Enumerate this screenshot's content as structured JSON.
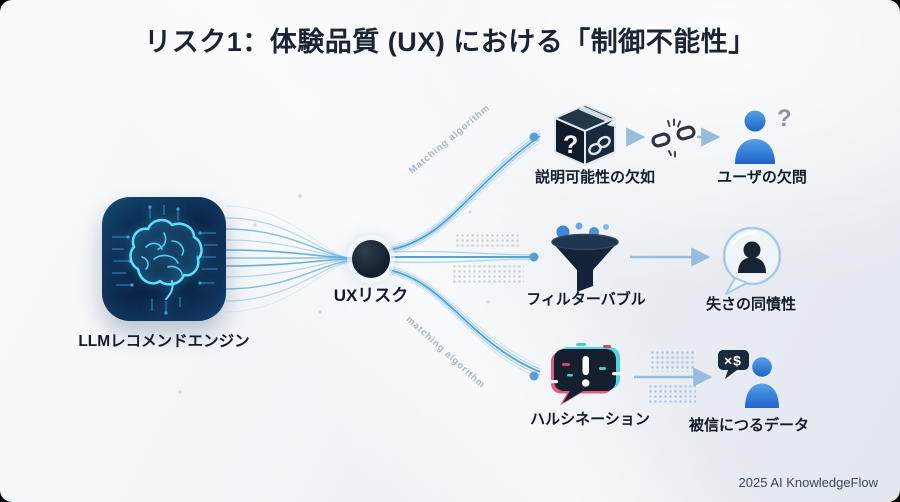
{
  "title": "リスク1：体験品質 (UX) における「制御不能性」",
  "source": {
    "label": "LLMレコメンドエンジン",
    "icon": "ai-brain-chip-icon"
  },
  "hub": {
    "label": "UXリスク",
    "icon": "hub-node-dot"
  },
  "flow_labels": {
    "top_curve": "Matching algorithm",
    "bottom_curve": "matching algorithm"
  },
  "branches": [
    {
      "cause": "説明可能性の欠如",
      "cause_icon": "black-box-chain-icon",
      "cause_glyph": "?",
      "link_icon": "broken-chain-icon",
      "effect": "ユーザの欠問",
      "effect_icon": "user-question-icon",
      "effect_glyph": "?"
    },
    {
      "cause": "フィルターバブル",
      "cause_icon": "filter-funnel-icon",
      "effect": "失さの同憤性",
      "effect_icon": "user-speech-bubble-icon"
    },
    {
      "cause": "ハルシネーション",
      "cause_icon": "glitch-alert-icon",
      "effect": "被信につるデータ",
      "effect_icon": "user-false-price-icon",
      "effect_badge": "×$"
    }
  ],
  "footer": {
    "credit": "2025 AI KnowledgeFlow"
  },
  "colors": {
    "title_text": "#1b2433",
    "label_text": "#121b29",
    "accent_blue": "#4e93e6",
    "flow_blue": "#57a5d8",
    "dark_navy": "#131f2e",
    "glitch_red": "#e0406e",
    "glitch_cyan": "#38cfe0",
    "background": "#edf0f5"
  }
}
